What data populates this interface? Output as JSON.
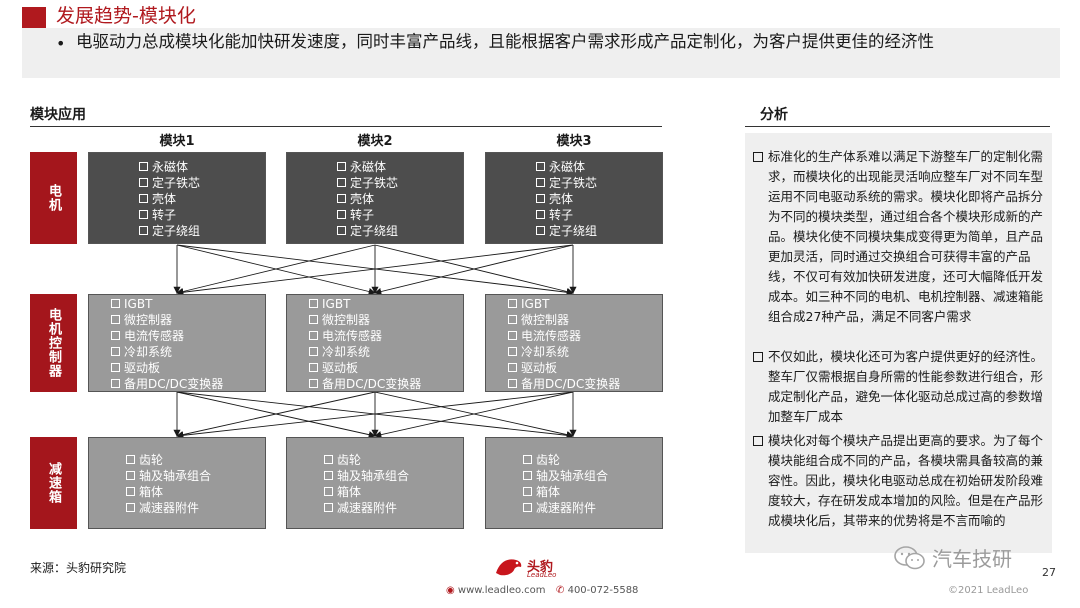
{
  "header": {
    "title": "发展趋势-模块化",
    "summary_bullet": "•",
    "summary": "电驱动力总成模块化能加快研发速度，同时丰富产品线，且能根据客户需求形成产品定制化，为客户提供更佳的经济性"
  },
  "left": {
    "heading": "模块应用",
    "columns": [
      "模块1",
      "模块2",
      "模块3"
    ],
    "rows": [
      {
        "label": "电机",
        "items": [
          "永磁体",
          "定子铁芯",
          "壳体",
          "转子",
          "定子绕组"
        ]
      },
      {
        "label": "电机控制器",
        "items": [
          "IGBT",
          "微控制器",
          "电流传感器",
          "冷却系统",
          "驱动板",
          "备用DC/DC变换器"
        ]
      },
      {
        "label": "减速箱",
        "items": [
          "齿轮",
          "轴及轴承组合",
          "箱体",
          "减速器附件"
        ]
      }
    ]
  },
  "right": {
    "heading": "分析",
    "paragraphs": [
      "标准化的生产体系难以满足下游整车厂的定制化需求，而模块化的出现能灵活响应整车厂对不同车型运用不同电驱动系统的需求。模块化即将产品拆分为不同的模块类型，通过组合各个模块形成新的产品。模块化使不同模块集成变得更为简单，且产品更加灵活，同时通过交换组合可获得丰富的产品线，不仅可有效加快研发进度，还可大幅降低开发成本。如三种不同的电机、电机控制器、减速箱能组合成27种产品，满足不同客户需求",
      "不仅如此，模块化还可为客户提供更好的经济性。整车厂仅需根据自身所需的性能参数进行组合，形成定制化产品，避免一体化驱动总成过高的参数增加整车厂成本",
      "模块化对每个模块产品提出更高的要求。为了每个模块能组合成不同的产品，各模块需具备较高的兼容性。因此，模块化电驱动总成在初始研发阶段难度较大，存在研发成本增加的风险。但是在产品形成模块化后，其带来的优势将是不言而喻的"
    ]
  },
  "footer": {
    "source": "来源：头豹研究院",
    "logo_cn": "头豹",
    "logo_en": "LeadLeo",
    "website": "www.leadleo.com",
    "phone": "400-072-5588",
    "watermark": "汽车技研",
    "page_number": "27",
    "copyright": "©2021 LeadLeo"
  },
  "colors": {
    "accent": "#b0191e",
    "dark_box": "#4d4d4d",
    "light_box": "#9a9a9a",
    "panel": "#efefef"
  }
}
